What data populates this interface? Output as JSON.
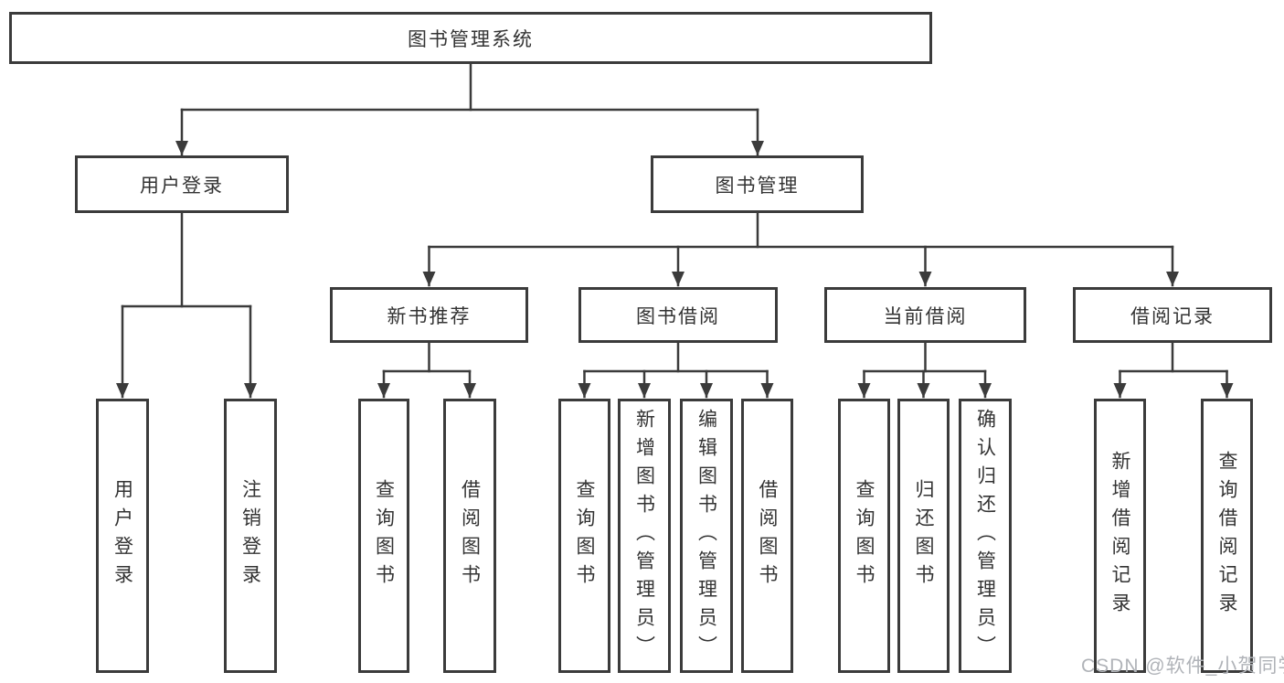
{
  "tree": {
    "root": "图书管理系统",
    "branches": [
      {
        "label": "用户登录",
        "leaves": [
          "用户登录",
          "注销登录"
        ]
      },
      {
        "label": "图书管理",
        "groups": [
          {
            "label": "新书推荐",
            "leaves": [
              "查询图书",
              "借阅图书"
            ]
          },
          {
            "label": "图书借阅",
            "leaves": [
              "查询图书",
              "新增图书（管理员）",
              "编辑图书（管理员）",
              "借阅图书"
            ]
          },
          {
            "label": "当前借阅",
            "leaves": [
              "查询图书",
              "归还图书",
              "确认归还（管理员）"
            ]
          },
          {
            "label": "借阅记录",
            "leaves": [
              "新增借阅记录",
              "查询借阅记录"
            ]
          }
        ]
      }
    ]
  },
  "watermark": "CSDN @软件_小贺同学",
  "colors": {
    "line": "#3b3b3b",
    "box_border": "#3b3b3b",
    "text": "#333333",
    "watermark": "#b0b3b8",
    "background": "#ffffff"
  }
}
